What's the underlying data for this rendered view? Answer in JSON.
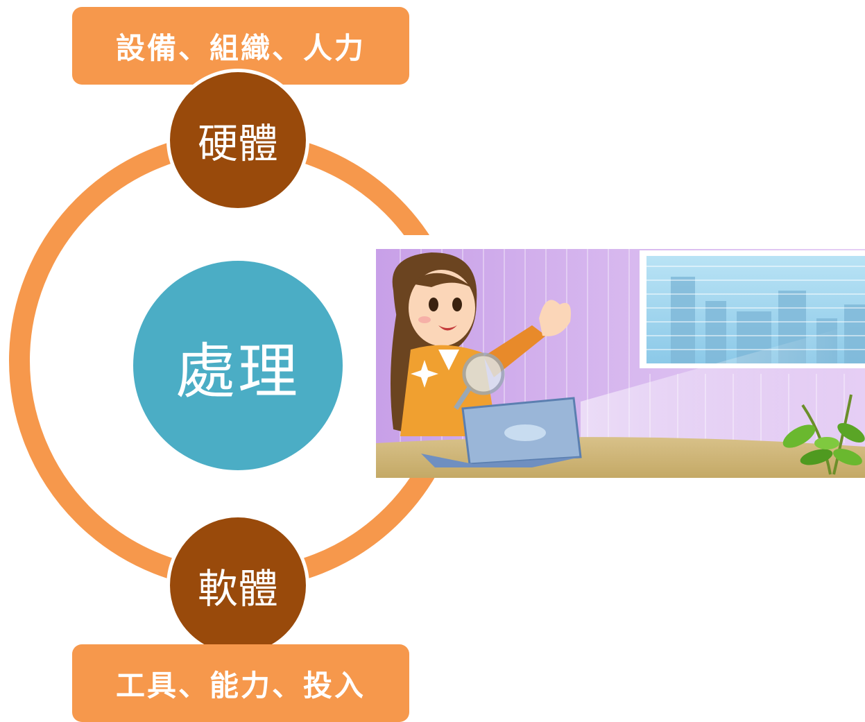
{
  "hardware": {
    "title": "硬體",
    "detail": "設備、組織、人力"
  },
  "software": {
    "title": "軟體",
    "detail": "工具、能力、投入"
  },
  "center": {
    "title": "處理"
  },
  "colors": {
    "ring": "#f6984c",
    "label_box": "#f6984c",
    "node_brown": "#994a0b",
    "center_teal": "#4badc5",
    "text": "#ffffff"
  },
  "illustration": {
    "subject": "cartoon woman with magnifying glass and laptop in office with window and plant"
  }
}
